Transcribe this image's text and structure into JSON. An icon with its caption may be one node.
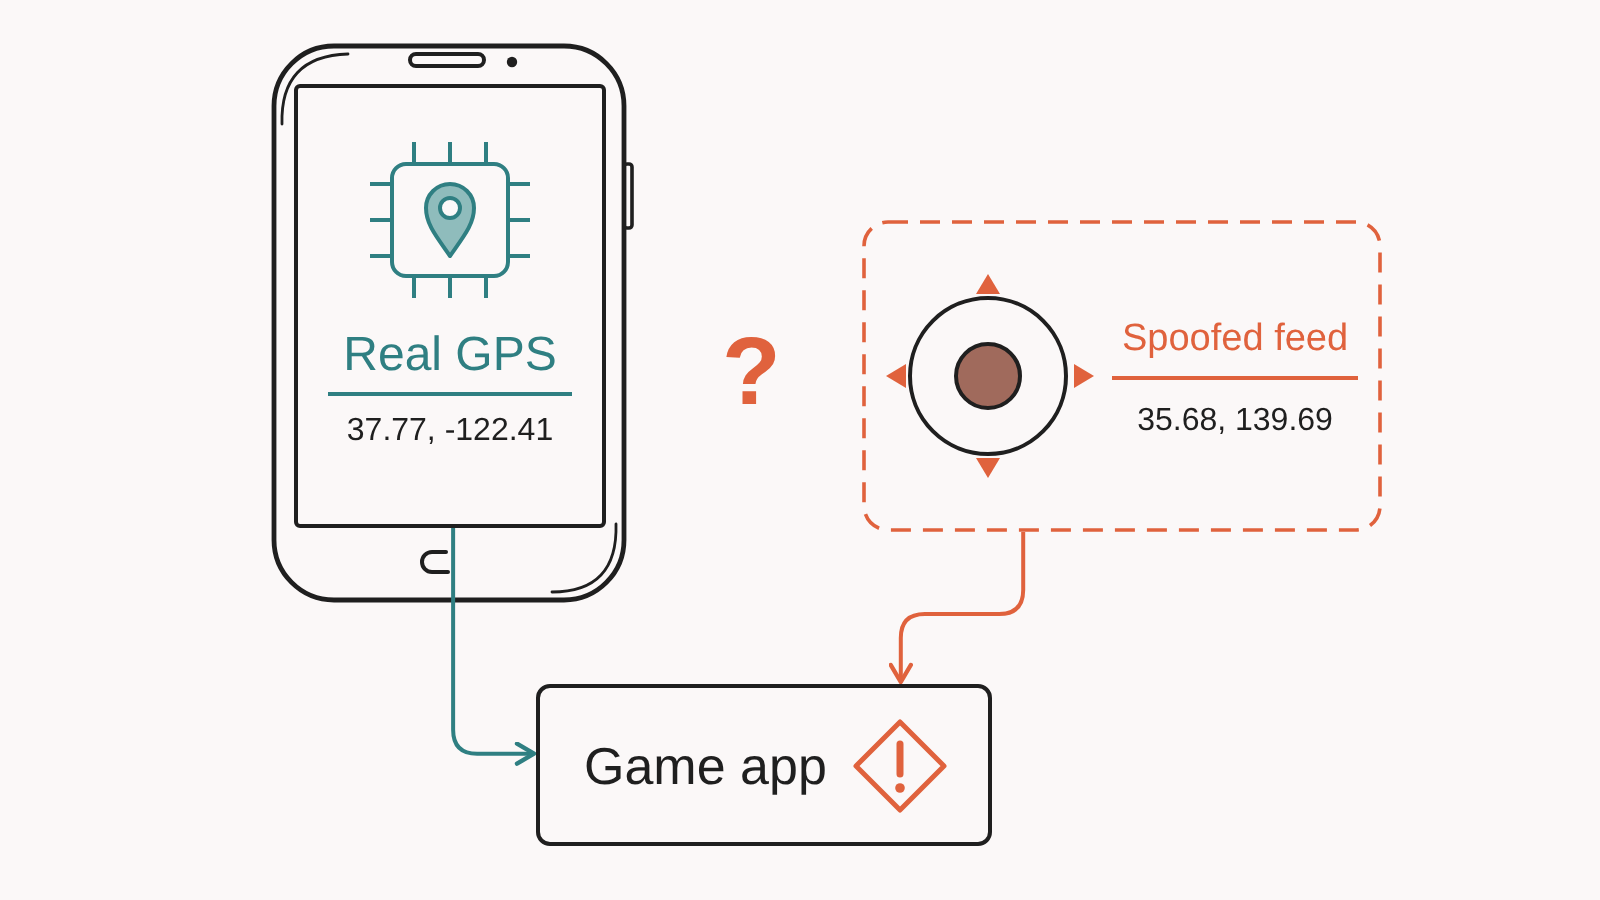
{
  "diagram": {
    "nodes": [
      {
        "text": [
          "Real GPS",
          "37.77, -122.41"
        ]
      },
      {
        "text": [
          "Spoofed feed",
          "35.68, 139.69"
        ]
      },
      {
        "text": [
          "Game app"
        ]
      }
    ],
    "edges": [
      {
        "from": 0,
        "to": 2,
        "arrow": "to",
        "color": "#2f7f82"
      },
      {
        "from": 1,
        "to": 2,
        "arrow": "to",
        "color": "#e0623d"
      }
    ],
    "labels": [
      "?"
    ]
  }
}
